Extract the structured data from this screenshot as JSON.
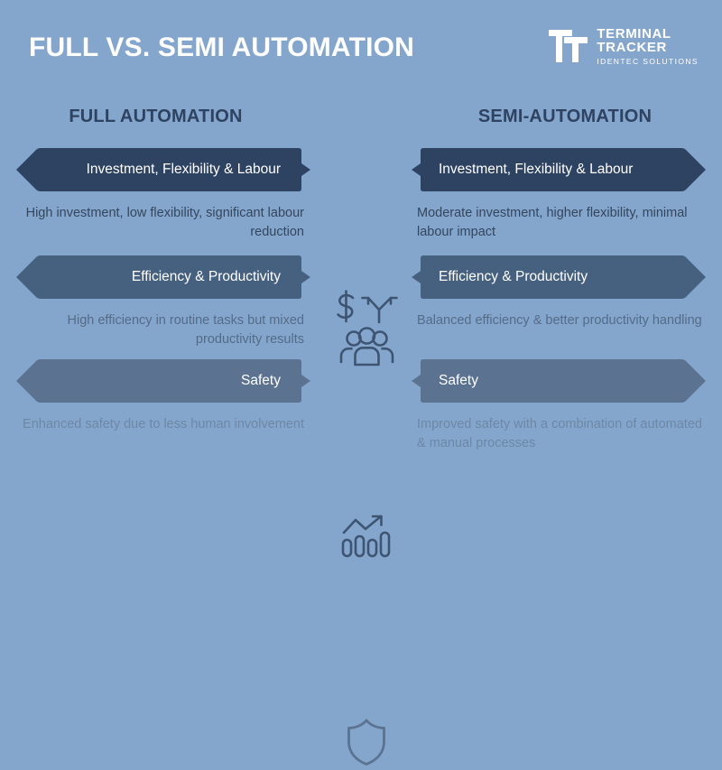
{
  "title": "FULL VS. SEMI AUTOMATION",
  "logo": {
    "mark": "tt-monogram-icon",
    "line1": "TERMINAL",
    "line2": "TRACKER",
    "line3": "IDENTEC SOLUTIONS"
  },
  "columns": {
    "left_header": "FULL AUTOMATION",
    "right_header": "SEMI-AUTOMATION"
  },
  "colors": {
    "background": "#85a6cc",
    "bar_row1": "#2e4261",
    "bar_row2": "#46617f",
    "bar_row3": "#5b7291",
    "text_row1": "#33465f",
    "text_row2": "#546b88",
    "text_row3": "#6d87a5",
    "heading": "#2e4261",
    "title": "#ffffff",
    "icon": "#3d5472"
  },
  "rows": [
    {
      "icon": "investment-flexibility-labour-icon",
      "left": {
        "label": "Investment, Flexibility & Labour",
        "description": "High investment, low flexibility, significant labour reduction"
      },
      "right": {
        "label": "Investment, Flexibility & Labour",
        "description": "Moderate investment, higher flexibility, minimal labour impact"
      }
    },
    {
      "icon": "efficiency-productivity-icon",
      "left": {
        "label": "Efficiency & Productivity",
        "description": "High efficiency in routine tasks but mixed productivity results"
      },
      "right": {
        "label": "Efficiency & Productivity",
        "description": "Balanced efficiency & better productivity handling"
      }
    },
    {
      "icon": "safety-shield-icon",
      "left": {
        "label": "Safety",
        "description": "Enhanced safety due to less human involvement"
      },
      "right": {
        "label": "Safety",
        "description": "Improved safety with a combination of automated & manual processes"
      }
    }
  ]
}
